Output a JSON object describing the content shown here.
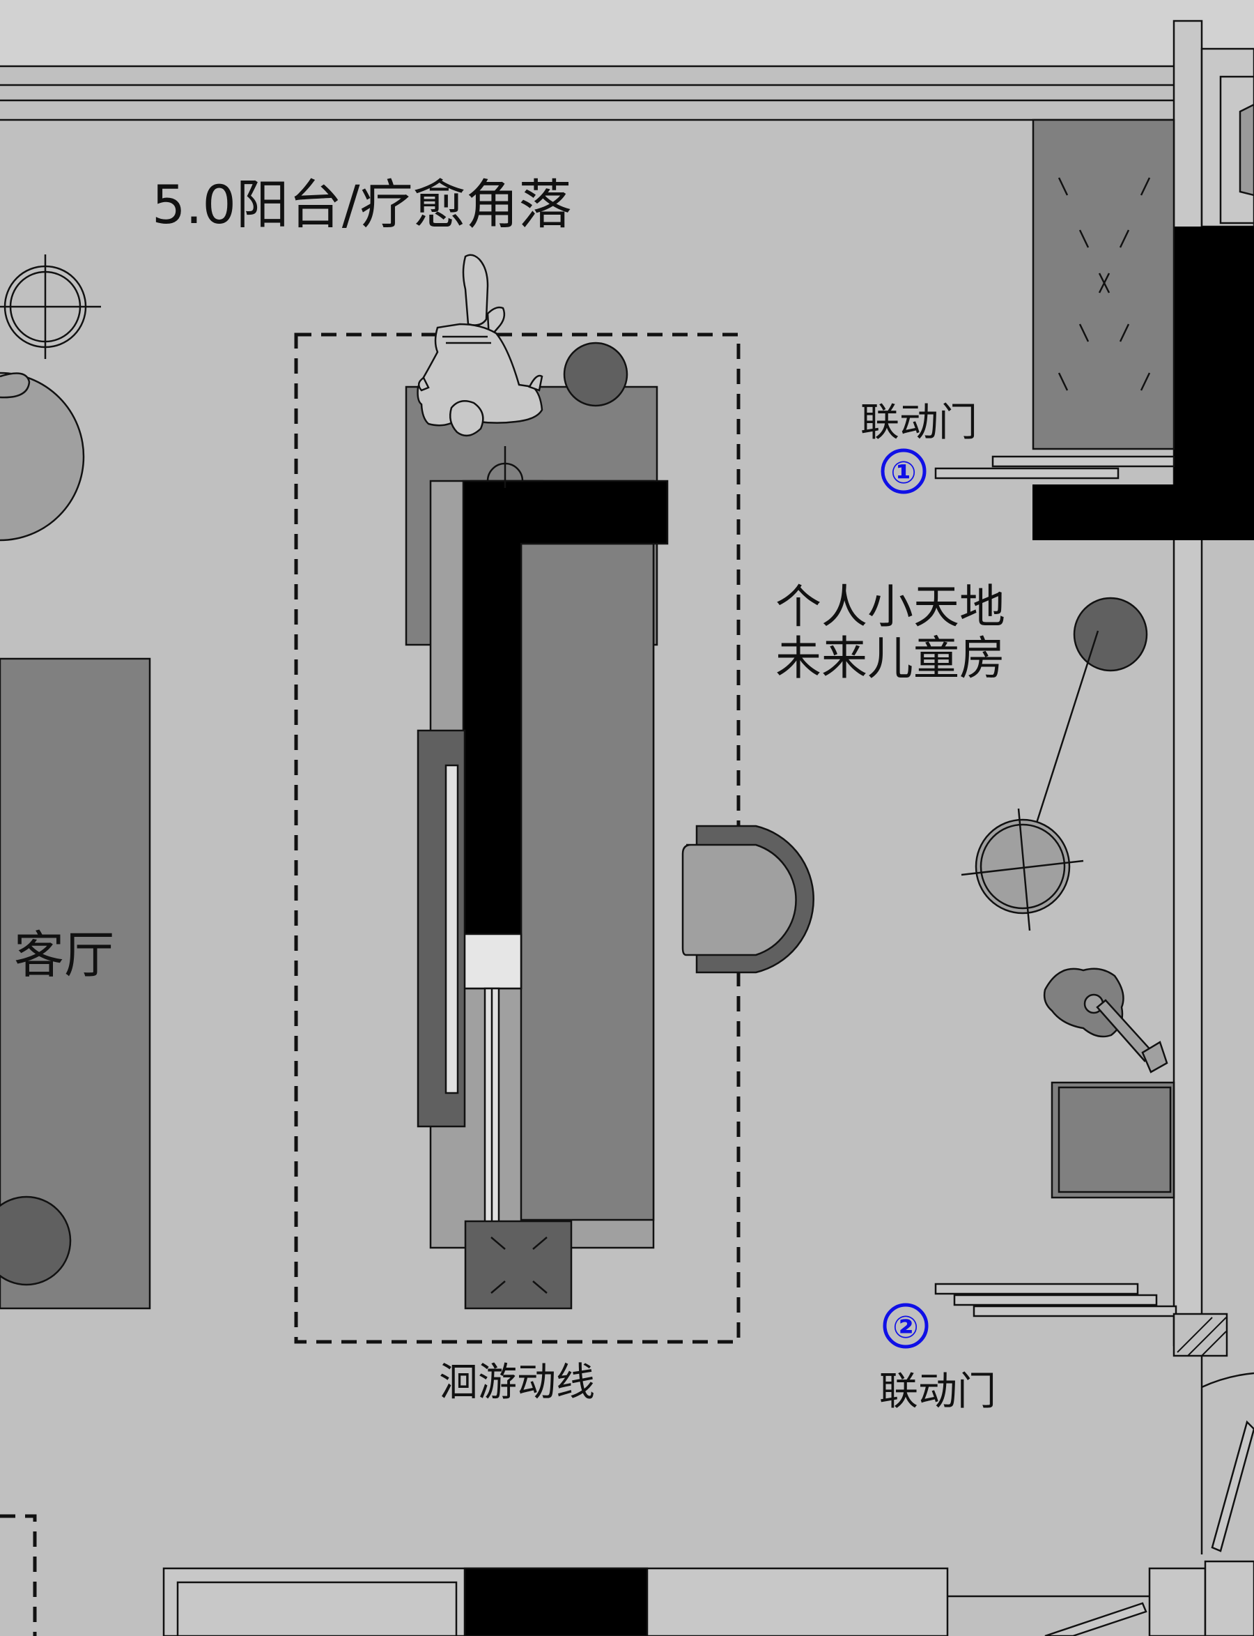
{
  "labels": {
    "balcony_zone": "5.0阳台/疗愈角落",
    "living_room": "客厅",
    "personal_space_line1": "个人小天地",
    "personal_space_line2": "未来儿童房",
    "loop_path": "洄游动线",
    "linked_door_1": "联动门",
    "linked_door_2": "联动门"
  },
  "markers": {
    "door_1": "①",
    "door_2": "②"
  },
  "colors": {
    "floor": "#c0c0c0",
    "furniture_mid": "#808080",
    "furniture_dark": "#606060",
    "wall": "#000000",
    "marker_blue": "#1010e6"
  }
}
